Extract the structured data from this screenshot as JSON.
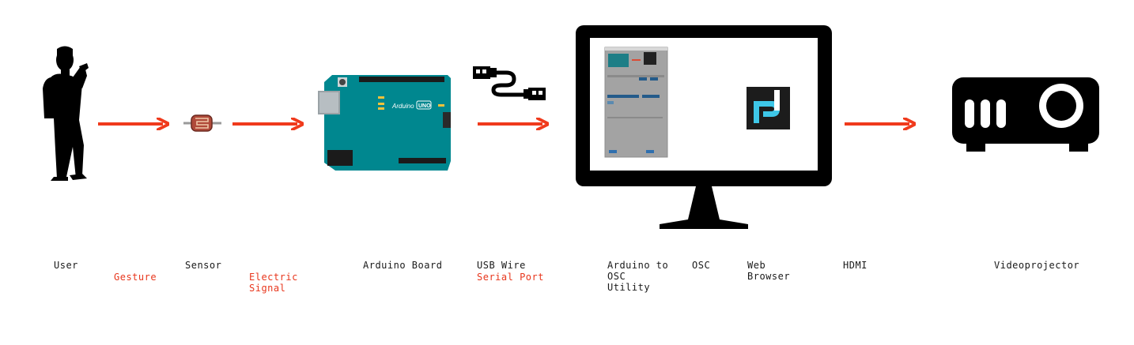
{
  "colors": {
    "arrow": "#f03a1c",
    "label": "#1a1a1a",
    "accent_label": "#e8361c",
    "device": "#000000",
    "arduino_board": "#00878f"
  },
  "icons": [
    "person-icon",
    "photoresistor-icon",
    "arduino-board-icon",
    "usb-cable-icon",
    "monitor-icon",
    "web-browser-logo-icon",
    "projector-icon"
  ],
  "arduino_board": {
    "brand": "Arduino",
    "model": "UNO"
  },
  "labels": {
    "user": "User",
    "gesture": "Gesture",
    "sensor": "Sensor",
    "electric_signal": "Electric\nSignal",
    "arduino_board": "Arduino Board",
    "usb_wire": "USB Wire",
    "serial_port": "Serial Port",
    "arduino_osc_utility": "Arduino to\nOSC\nUtility",
    "osc": "OSC",
    "web_browser": "Web\nBrowser",
    "hdmi": "HDMI",
    "videoprojector": "Videoprojector"
  }
}
